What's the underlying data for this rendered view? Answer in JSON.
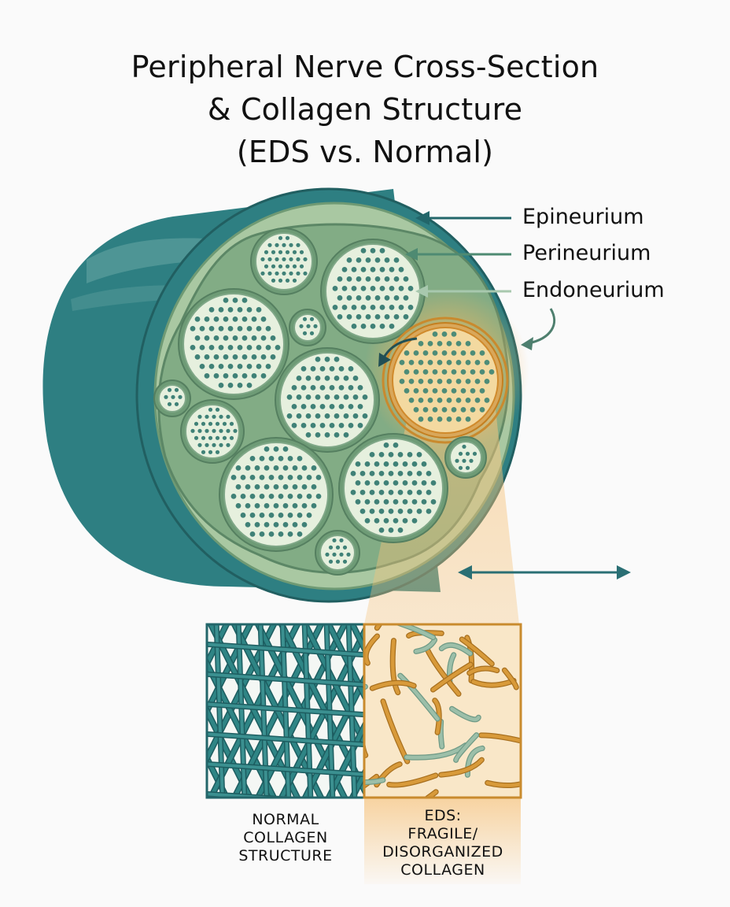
{
  "title": {
    "line1": "Peripheral Nerve Cross-Section",
    "line2": "& Collagen Structure",
    "line3": "(EDS vs. Normal)"
  },
  "layers": {
    "epineurium": "Epineurium",
    "perineurium": "Perineurium",
    "endoneurium": "Endoneurium"
  },
  "captions": {
    "normal": {
      "line1": "NORMAL",
      "line2": "COLLAGEN",
      "line3": "STRUCTURE"
    },
    "eds": {
      "line1": "EDS:",
      "line2": "FRAGILE/",
      "line3": "DISORGANIZED",
      "line4": "COLLAGEN"
    }
  },
  "colors": {
    "outer_sheath": "#2e7f82",
    "nerve_matrix": "#8fb68f",
    "fascicle_fill": "#e6f0de",
    "axon_dot": "#3f8177",
    "highlight": "#e8a23c",
    "normal_fiber": "#2f8585",
    "eds_fiber_orange": "#d89a3a",
    "eds_fiber_green": "#9cbfa9"
  }
}
